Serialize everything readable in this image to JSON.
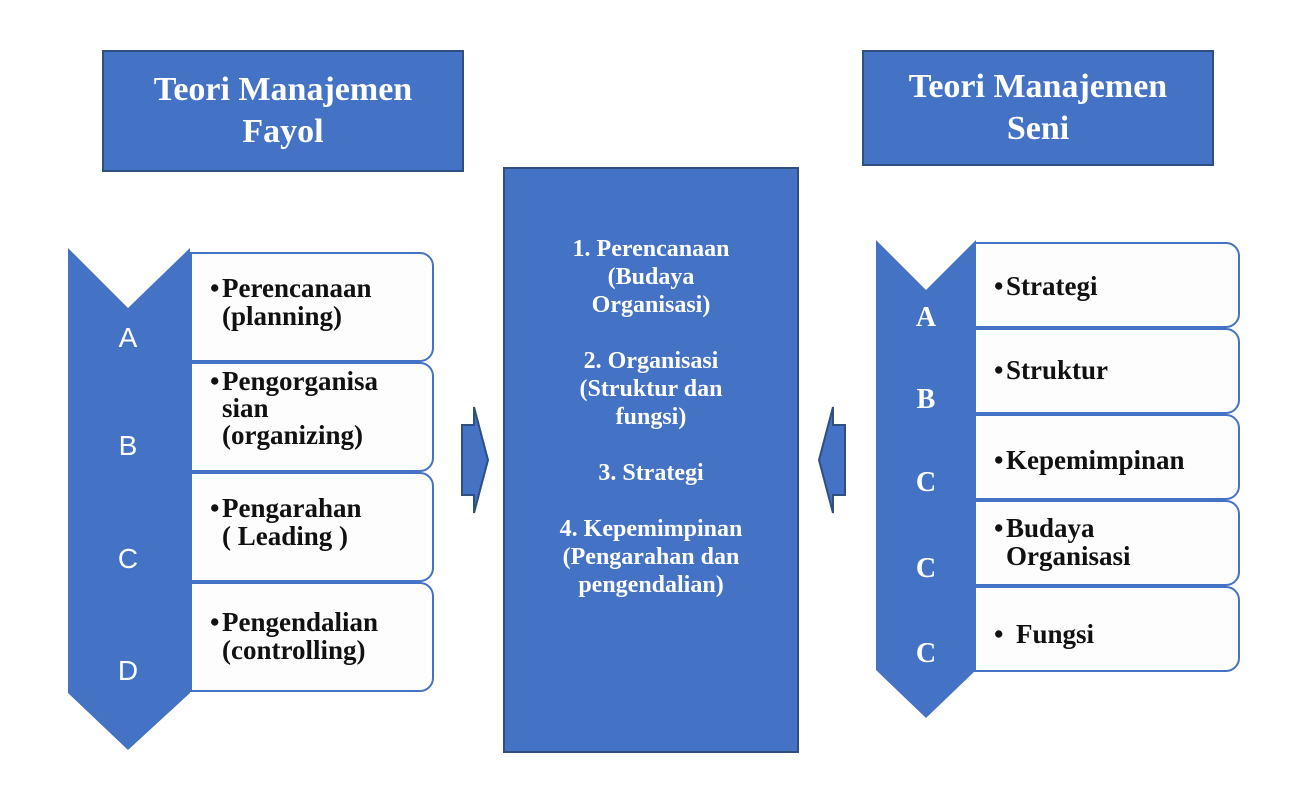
{
  "left": {
    "title_line1": "Teori Manajemen",
    "title_line2": "Fayol",
    "letters": [
      "A",
      "B",
      "C",
      "D"
    ],
    "items": [
      {
        "bullet": "•",
        "lines": [
          "Perencanaan",
          "(planning)"
        ]
      },
      {
        "bullet": "•",
        "lines": [
          "Pengorganisa",
          "sian",
          "(organizing)"
        ]
      },
      {
        "bullet": "•",
        "lines": [
          "Pengarahan",
          "( Leading )"
        ]
      },
      {
        "bullet": "•",
        "lines": [
          "Pengendalian",
          "(controlling)"
        ]
      }
    ]
  },
  "center": {
    "items": [
      "1. Perencanaan\n(Budaya\nOrganisasi)",
      "2.  Organisasi\n(Struktur dan\nfungsi)",
      "3. Strategi",
      "4.  Kepemimpinan\n(Pengarahan dan\npengendalian)"
    ]
  },
  "right": {
    "title_line1": "Teori Manajemen",
    "title_line2": "Seni",
    "letters": [
      "A",
      "B",
      "C",
      "C",
      "C"
    ],
    "items": [
      {
        "bullet": "•",
        "lines": [
          "Strategi"
        ]
      },
      {
        "bullet": "•",
        "lines": [
          "Struktur"
        ]
      },
      {
        "bullet": "•",
        "lines": [
          "Kepemimpinan"
        ]
      },
      {
        "bullet": "•",
        "lines": [
          "Budaya",
          "Organisasi"
        ]
      },
      {
        "bullet": "• ",
        "lines": [
          "Fungsi"
        ]
      }
    ]
  },
  "colors": {
    "primary": "#4472c4",
    "border": "#2f4f7f",
    "item_bg": "#fdfdfd"
  }
}
